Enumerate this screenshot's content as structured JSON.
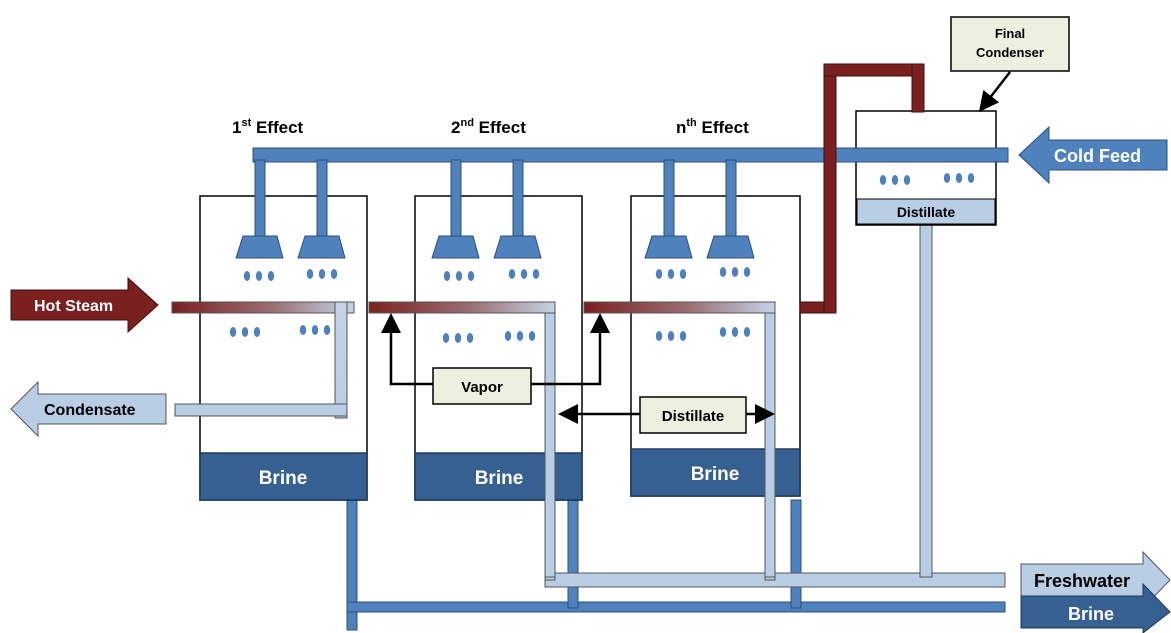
{
  "effects": [
    {
      "base": "1",
      "sup": "st",
      "suffix": " Effect"
    },
    {
      "base": "2",
      "sup": "nd",
      "suffix": " Effect"
    },
    {
      "base": "n",
      "sup": "th",
      "suffix": " Effect"
    }
  ],
  "brine_label": "Brine",
  "labels": {
    "final_condenser_line1": "Final",
    "final_condenser_line2": "Condenser",
    "distillate_box": "Distillate",
    "vapor": "Vapor",
    "distillate_center": "Distillate"
  },
  "flows": {
    "hot_steam": "Hot Steam",
    "condensate": "Condensate",
    "cold_feed": "Cold Feed",
    "freshwater": "Freshwater",
    "brine_out": "Brine"
  },
  "colors": {
    "feed_blue": "#4f81bd",
    "brine_dark": "#366092",
    "steam": "#7b2020",
    "light_blue": "#b9cde5",
    "label_green": "#ebf1de"
  }
}
